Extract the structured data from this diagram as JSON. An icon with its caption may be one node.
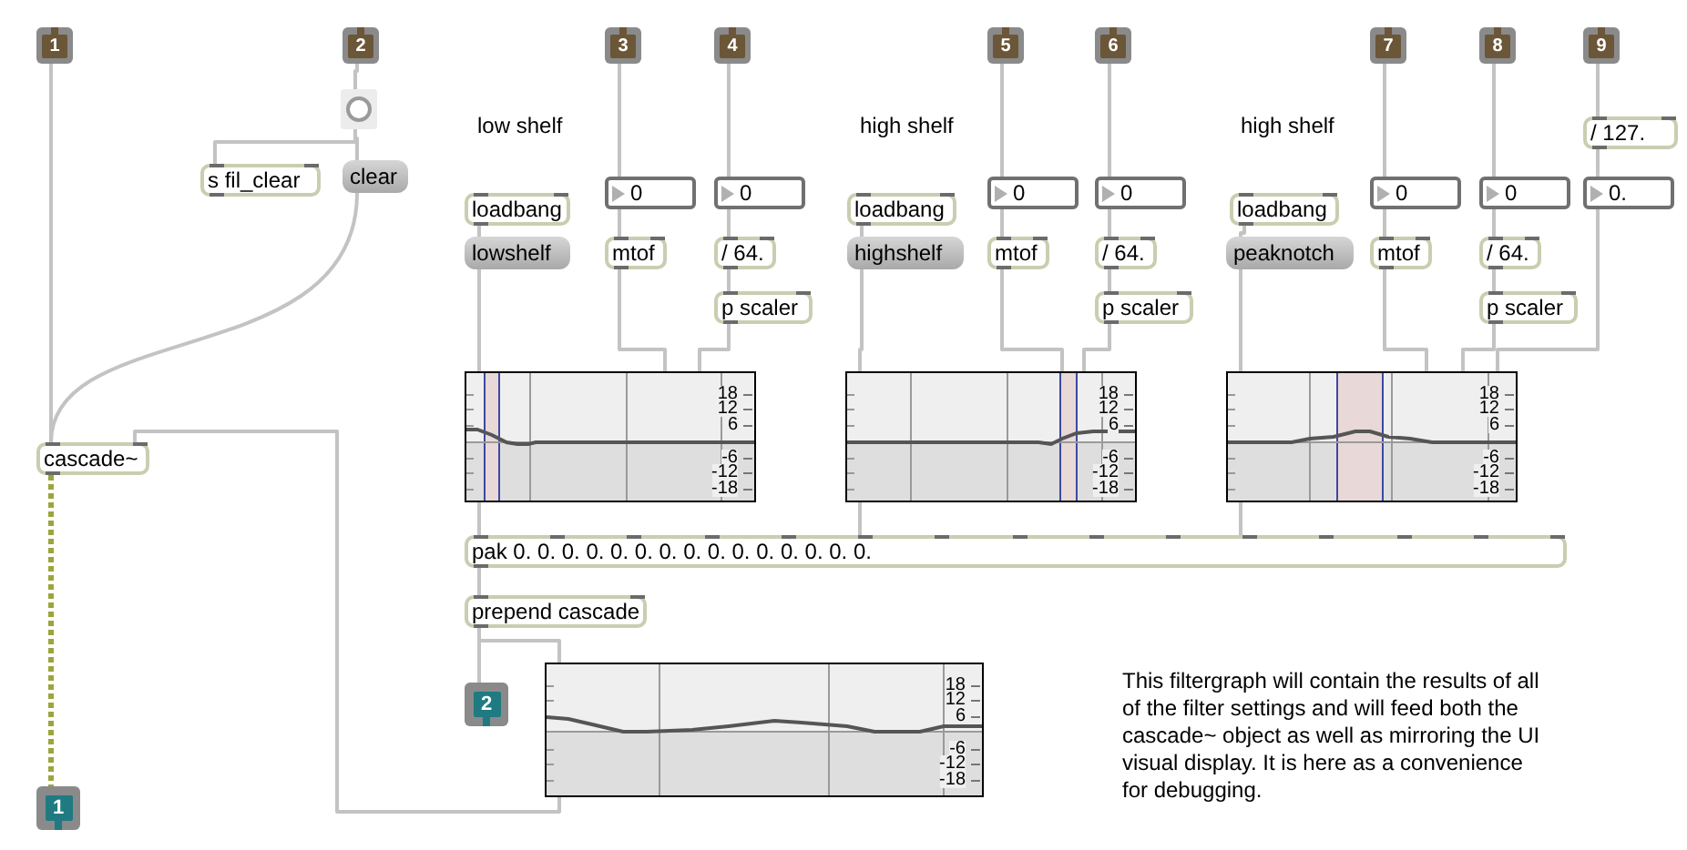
{
  "diagram": {
    "nodes": [
      {
        "text": [
          "1"
        ]
      },
      {
        "text": [
          "2"
        ]
      },
      {
        "text": [],
        "shape": "circle"
      },
      {
        "text": [
          "s fil_clear"
        ]
      },
      {
        "text": [
          "clear"
        ]
      },
      {
        "text": [
          "cascade~"
        ]
      },
      {
        "text": [
          "1"
        ]
      },
      {
        "text": [
          "3"
        ]
      },
      {
        "text": [
          "4"
        ]
      },
      {
        "text": [
          "5"
        ]
      },
      {
        "text": [
          "6"
        ]
      },
      {
        "text": [
          "7"
        ]
      },
      {
        "text": [
          "8"
        ]
      },
      {
        "text": [
          "9"
        ]
      },
      {
        "text": [
          "/ 127."
        ]
      },
      {
        "text": [
          "0"
        ]
      },
      {
        "text": [
          "0"
        ]
      },
      {
        "text": [
          "loadbang"
        ]
      },
      {
        "text": [
          "lowshelf"
        ]
      },
      {
        "text": [
          "mtof"
        ]
      },
      {
        "text": [
          "/ 64."
        ]
      },
      {
        "text": [
          "p scaler"
        ]
      },
      {
        "text": [
          "18",
          "12",
          "6",
          "-6",
          "-12",
          "-18"
        ]
      },
      {
        "text": [
          "loadbang"
        ]
      },
      {
        "text": [
          "highshelf"
        ]
      },
      {
        "text": [
          "0"
        ]
      },
      {
        "text": [
          "0"
        ]
      },
      {
        "text": [
          "mtof"
        ]
      },
      {
        "text": [
          "/ 64."
        ]
      },
      {
        "text": [
          "p scaler"
        ]
      },
      {
        "text": [
          "18",
          "12",
          "6",
          "-6",
          "-12",
          "-18"
        ]
      },
      {
        "text": [
          "loadbang"
        ]
      },
      {
        "text": [
          "peaknotch"
        ]
      },
      {
        "text": [
          "0"
        ]
      },
      {
        "text": [
          "0"
        ]
      },
      {
        "text": [
          "0."
        ]
      },
      {
        "text": [
          "mtof"
        ]
      },
      {
        "text": [
          "/ 64."
        ]
      },
      {
        "text": [
          "p scaler"
        ]
      },
      {
        "text": [
          "18",
          "12",
          "6",
          "-6",
          "-12",
          "-18"
        ]
      },
      {
        "text": [
          "pak 0. 0. 0. 0. 0. 0. 0. 0. 0. 0. 0. 0. 0. 0. 0."
        ]
      },
      {
        "text": [
          "prepend cascade"
        ]
      },
      {
        "text": [
          "2"
        ]
      },
      {
        "text": [
          "18",
          "12",
          "6",
          "-6",
          "-12",
          "-18"
        ]
      }
    ],
    "edges": [
      {
        "from": 0,
        "to": 5,
        "arrow": "none"
      },
      {
        "from": 1,
        "to": 2,
        "arrow": "none"
      },
      {
        "from": 2,
        "to": 3,
        "arrow": "none"
      },
      {
        "from": 2,
        "to": 4,
        "arrow": "none"
      },
      {
        "from": 4,
        "to": 5,
        "arrow": "none"
      },
      {
        "from": 5,
        "to": 6,
        "arrow": "none",
        "style": "dashed",
        "color": "#9aa63c"
      },
      {
        "from": 7,
        "to": 15,
        "arrow": "none"
      },
      {
        "from": 15,
        "to": 19,
        "arrow": "none"
      },
      {
        "from": 19,
        "to": 22,
        "arrow": "none"
      },
      {
        "from": 8,
        "to": 16,
        "arrow": "none"
      },
      {
        "from": 16,
        "to": 20,
        "arrow": "none"
      },
      {
        "from": 20,
        "to": 21,
        "arrow": "none"
      },
      {
        "from": 21,
        "to": 22,
        "arrow": "none"
      },
      {
        "from": 17,
        "to": 18,
        "arrow": "none"
      },
      {
        "from": 18,
        "to": 22,
        "arrow": "none"
      },
      {
        "from": 22,
        "to": 40,
        "arrow": "none"
      },
      {
        "from": 9,
        "to": 25,
        "arrow": "none"
      },
      {
        "from": 25,
        "to": 27,
        "arrow": "none"
      },
      {
        "from": 27,
        "to": 30,
        "arrow": "none"
      },
      {
        "from": 10,
        "to": 26,
        "arrow": "none"
      },
      {
        "from": 26,
        "to": 28,
        "arrow": "none"
      },
      {
        "from": 28,
        "to": 29,
        "arrow": "none"
      },
      {
        "from": 29,
        "to": 30,
        "arrow": "none"
      },
      {
        "from": 23,
        "to": 24,
        "arrow": "none"
      },
      {
        "from": 24,
        "to": 30,
        "arrow": "none"
      },
      {
        "from": 30,
        "to": 40,
        "arrow": "none"
      },
      {
        "from": 11,
        "to": 33,
        "arrow": "none"
      },
      {
        "from": 33,
        "to": 36,
        "arrow": "none"
      },
      {
        "from": 36,
        "to": 39,
        "arrow": "none"
      },
      {
        "from": 12,
        "to": 34,
        "arrow": "none"
      },
      {
        "from": 34,
        "to": 37,
        "arrow": "none"
      },
      {
        "from": 37,
        "to": 38,
        "arrow": "none"
      },
      {
        "from": 38,
        "to": 39,
        "arrow": "none"
      },
      {
        "from": 13,
        "to": 14,
        "arrow": "none"
      },
      {
        "from": 14,
        "to": 35,
        "arrow": "none"
      },
      {
        "from": 35,
        "to": 39,
        "arrow": "none"
      },
      {
        "from": 31,
        "to": 32,
        "arrow": "none"
      },
      {
        "from": 32,
        "to": 39,
        "arrow": "none"
      },
      {
        "from": 39,
        "to": 40,
        "arrow": "none"
      },
      {
        "from": 40,
        "to": 41,
        "arrow": "none"
      },
      {
        "from": 41,
        "to": 42,
        "arrow": "none"
      },
      {
        "from": 41,
        "to": 43,
        "arrow": "none"
      },
      {
        "from": 43,
        "to": 5,
        "arrow": "none"
      }
    ],
    "labels": [
      "low shelf",
      "high shelf",
      "high shelf",
      "This filtergraph will contain the results of all of the filter settings and will feed both the cascade~ object as well as mirroring the UI visual display.  It is here as a convenience for debugging."
    ]
  }
}
